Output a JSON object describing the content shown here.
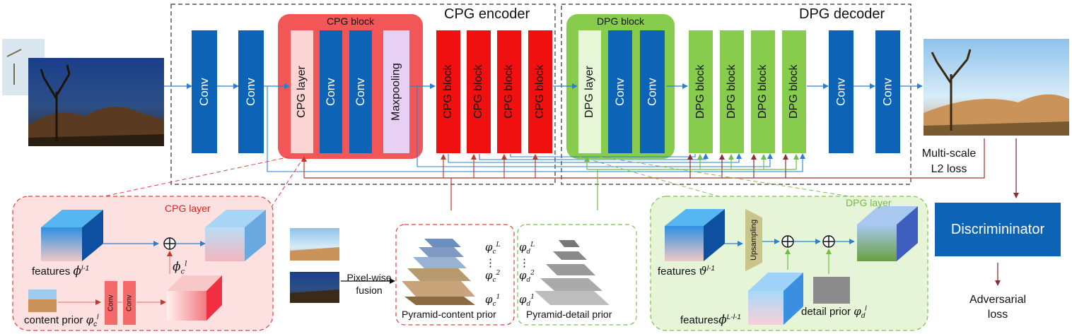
{
  "encoder": {
    "title": "CPG encoder",
    "conv_label": "Conv",
    "block_title": "CPG block",
    "layer_label": "CPG layer",
    "maxpool_label": "Maxpooling",
    "block_label": "CPG block"
  },
  "decoder": {
    "title": "DPG decoder",
    "conv_label": "Conv",
    "block_title": "DPG block",
    "layer_label": "DPG layer",
    "block_label": "DPG block"
  },
  "loss": {
    "l2_line1": "Multi-scale",
    "l2_line2": "L2 loss",
    "discriminator": "Discrimininator",
    "adv_line1": "Adversarial",
    "adv_line2": "loss"
  },
  "cpg_layer_panel": {
    "title": "CPG layer",
    "features_label": "features",
    "content_prior_label": "content prior",
    "conv_small": "Conv"
  },
  "fusion": {
    "line1": "Pixel-wise",
    "line2": "fusion"
  },
  "pyramid_content": {
    "label": "Pyramid-content prior"
  },
  "pyramid_detail": {
    "label": "Pyramid-detail prior"
  },
  "dpg_layer_panel": {
    "title": "DPG layer",
    "features_theta_label": "features",
    "upsampling_label": "Upsampling",
    "features_phi_label": "features",
    "detail_prior_label": "detail prior"
  },
  "colors": {
    "conv_blue": "#0d64b6",
    "cpg_red": "#f01010",
    "dpg_green": "#88cc4e",
    "arrow_blue": "#2a7fd0",
    "arrow_red": "#c0392b",
    "arrow_green": "#6dbe45",
    "arrow_brown": "#8b3030"
  },
  "icons": [
    "plus-circle-icon",
    "night-scene-image",
    "day-scene-image",
    "pyramid-image-stack"
  ]
}
